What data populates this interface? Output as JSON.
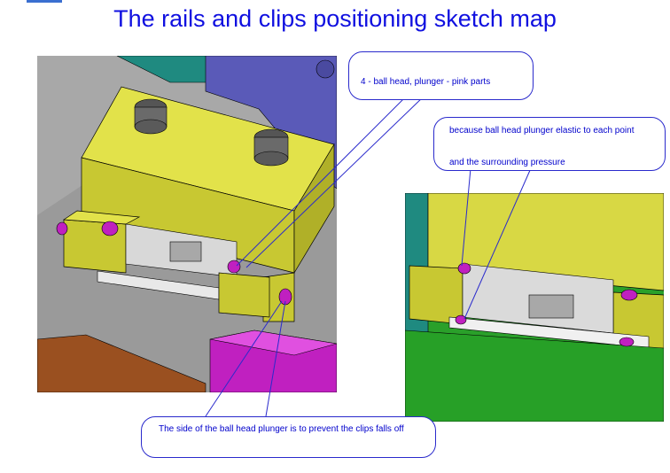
{
  "title": "The rails and clips positioning sketch map",
  "callouts": {
    "top": "4 - ball head, plunger - pink parts",
    "right_line1": "because ball head plunger elastic to each point",
    "right_line2": "and the surrounding pressure",
    "bottom": "The side of the ball head plunger is to prevent the clips falls off"
  },
  "colors": {
    "title": "#1010e0",
    "callout_text": "#0000cc",
    "block_yellow": "#d4d43a",
    "plunger_pink": "#c020c0",
    "base_blue": "#5a5ab8",
    "green_base": "#2aa02a",
    "brown_base": "#9a5020",
    "teal": "#1f8a80"
  }
}
